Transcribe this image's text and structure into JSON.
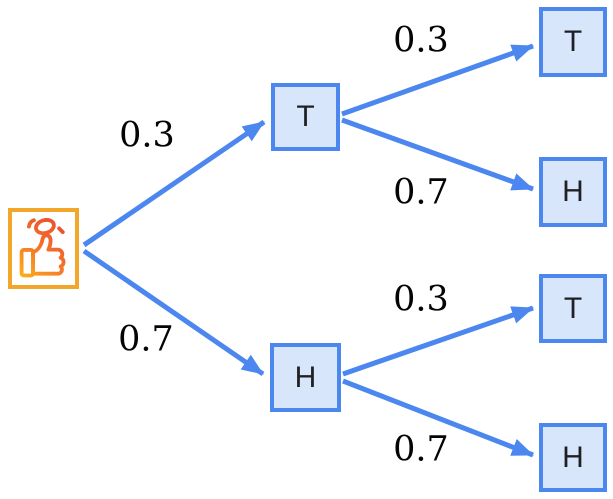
{
  "tree": {
    "type": "probability-tree-diagram",
    "root": {
      "icon": "coin-flip-hand-icon"
    },
    "branches_level1": [
      {
        "probability": "0.3",
        "node": "T"
      },
      {
        "probability": "0.7",
        "node": "H"
      }
    ],
    "branches_level2_from_T": [
      {
        "probability": "0.3",
        "node": "T"
      },
      {
        "probability": "0.7",
        "node": "H"
      }
    ],
    "branches_level2_from_H": [
      {
        "probability": "0.3",
        "node": "T"
      },
      {
        "probability": "0.7",
        "node": "H"
      }
    ]
  },
  "colors": {
    "arrow_blue": "#4b87ef",
    "node_border_blue": "#4b87ef",
    "node_fill_blue": "#d8e6fc",
    "root_border_orange": "#f2a62a",
    "icon_gradient_start": "#fcb819",
    "icon_gradient_end": "#e8432d",
    "label_text": "#050505",
    "node_text": "#1f2023",
    "background": "#ffffff"
  }
}
